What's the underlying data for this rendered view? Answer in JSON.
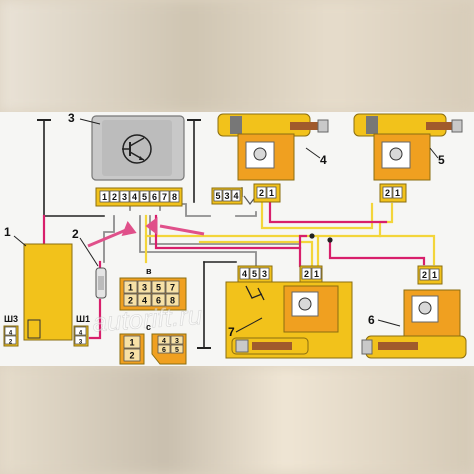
{
  "labels": {
    "n1": "1",
    "n2": "2",
    "n3": "3",
    "n4": "4",
    "n5": "5",
    "n6": "6",
    "n7": "7"
  },
  "block3_pins": [
    "1",
    "2",
    "3",
    "4",
    "5",
    "6",
    "7",
    "8"
  ],
  "connector_a": [
    "5",
    "3",
    "4"
  ],
  "motor4_pins": [
    "2",
    "1"
  ],
  "motor5_pins": [
    "2",
    "1"
  ],
  "block7_pins": [
    "4",
    "5",
    "3"
  ],
  "motor7_pins": [
    "2",
    "1"
  ],
  "motor6_pins": [
    "2",
    "1"
  ],
  "plug_v": {
    "label": "в",
    "pins": [
      "1",
      "3",
      "5",
      "7",
      "2",
      "4",
      "6",
      "8"
    ]
  },
  "plug_s": {
    "label": "с",
    "pins": [
      "1",
      "2",
      "4",
      "3",
      "6",
      "5"
    ]
  },
  "sh3": {
    "label": "Ш3",
    "pins": [
      "4",
      "2"
    ]
  },
  "sh1": {
    "label": "Ш1",
    "pins": [
      "4",
      "3"
    ]
  },
  "watermark": "autorift.ru",
  "colors": {
    "yellow": "#f2c21b",
    "pink": "#d81f6b",
    "wire_yellow": "#f3d53a",
    "gray": "#8e8e8e",
    "orange": "#f0a020",
    "steel": "#c9c9c9"
  }
}
